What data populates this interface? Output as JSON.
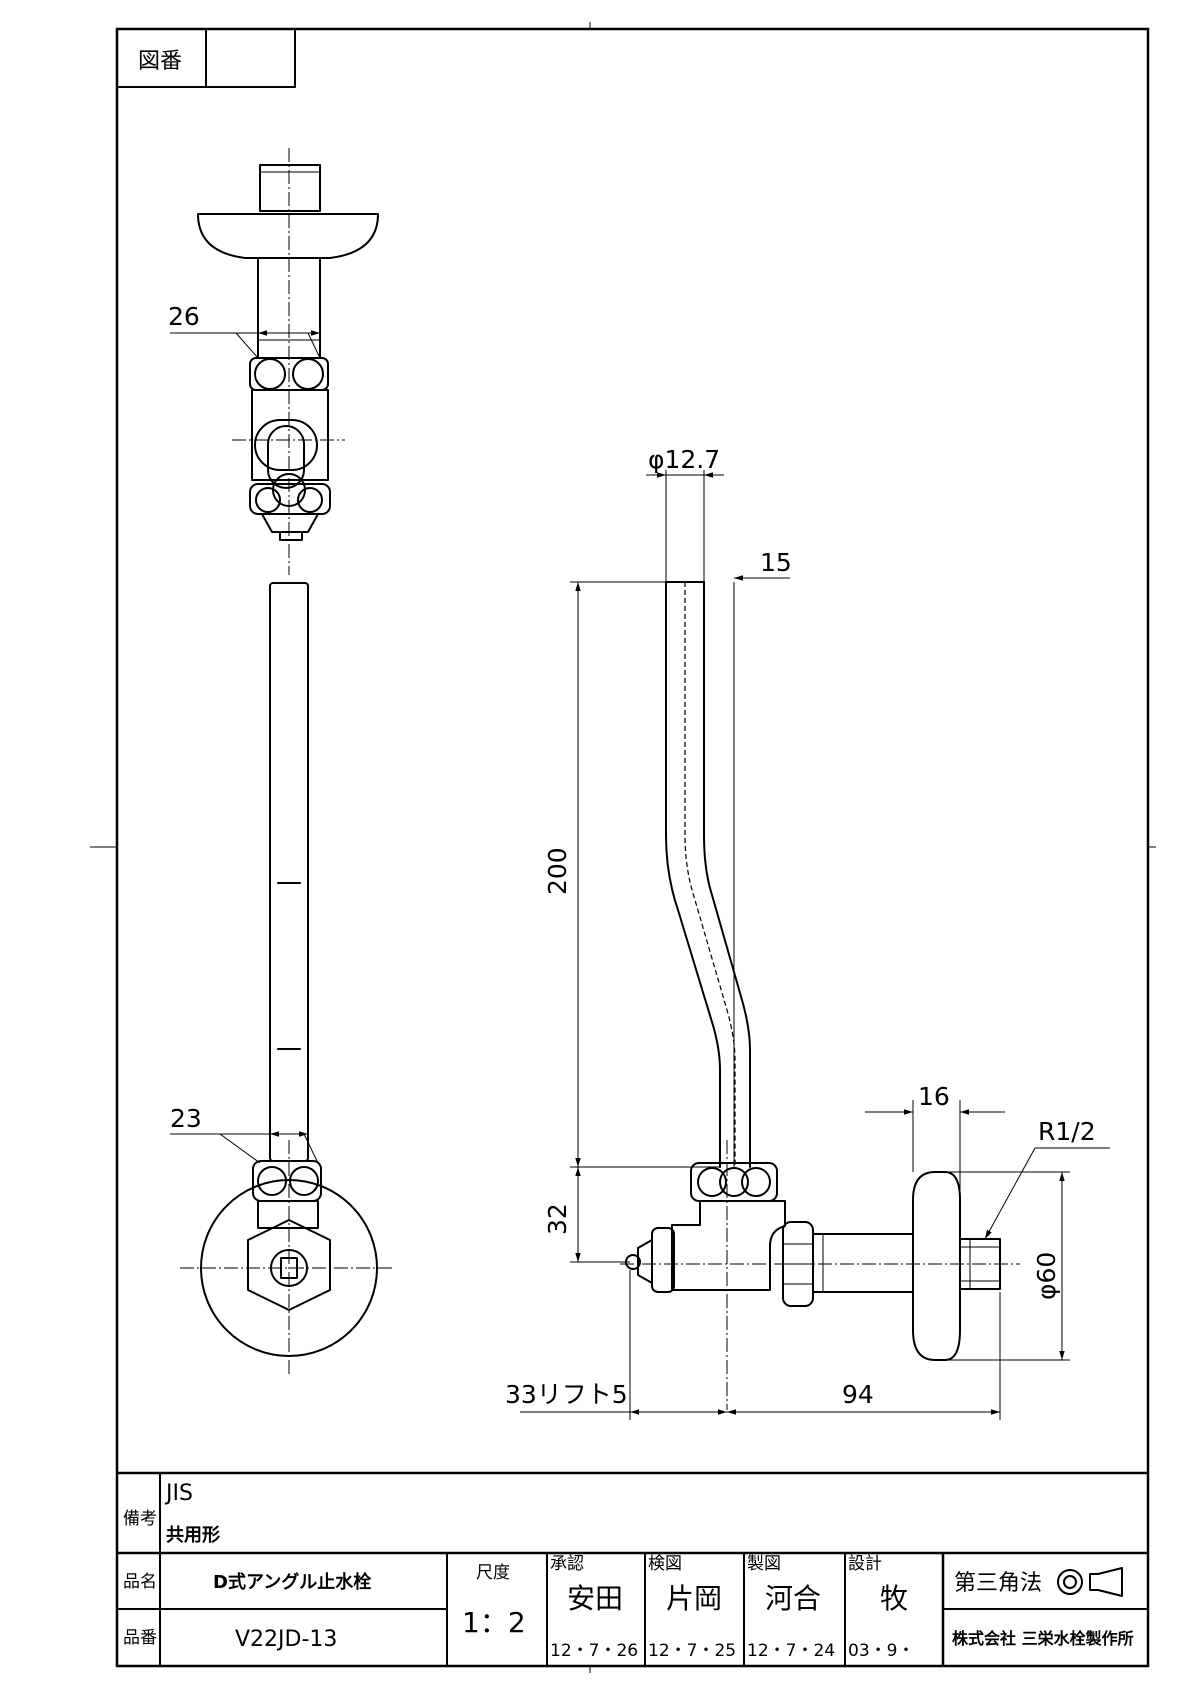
{
  "drawing_number_label": "図番",
  "drawing_number_value": "",
  "dimensions": {
    "view_top_width": "26",
    "view_front_width": "23",
    "pipe_diameter": "φ12.7",
    "pipe_offset": "15",
    "pipe_length": "200",
    "body_height": "32",
    "lift": "33リフト5",
    "horizontal_length": "94",
    "flange_thickness": "16",
    "thread": "R1/2",
    "flange_diameter": "φ60"
  },
  "title_block": {
    "remarks_label": "備考",
    "remarks_line1": "JIS",
    "remarks_line2": "共用形",
    "product_name_label": "品名",
    "product_name": "D式アングル止水栓",
    "product_number_label": "品番",
    "product_number": "V22JD-13",
    "scale_label": "尺度",
    "scale_value": "1：2",
    "approved_label": "承認",
    "approved_name": "安田",
    "approved_date": "12・7・26",
    "checked_label": "検図",
    "checked_name": "片岡",
    "checked_date": "12・7・25",
    "drawn_label": "製図",
    "drawn_name": "河合",
    "drawn_date": "12・7・24",
    "designed_label": "設計",
    "designed_name": "牧",
    "designed_date": "03・9・",
    "projection_label": "第三角法",
    "company": "株式会社 三栄水栓製作所"
  }
}
